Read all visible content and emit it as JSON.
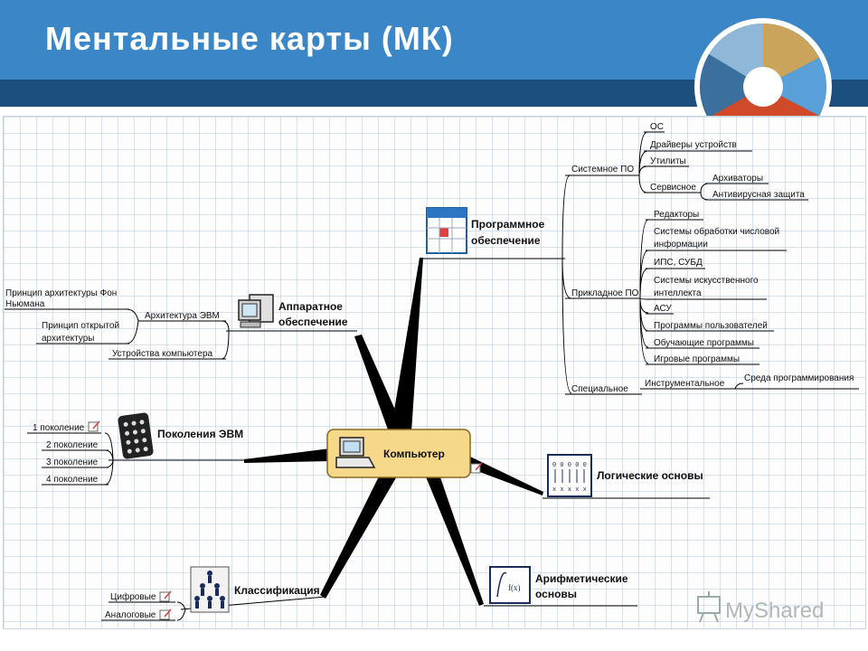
{
  "slide": {
    "title": "Ментальные карты (МК)"
  },
  "watermark": {
    "text": "MyShared"
  },
  "colors": {
    "header": "#3a86c6",
    "header_bar": "#1d4f7c",
    "center_node": "#f6d88a",
    "branch": "#000000"
  },
  "map": {
    "center": "Компьютер",
    "software": {
      "title_line1": "Программное",
      "title_line2": "обеспечение",
      "system": {
        "label": "Системное ПО",
        "items": [
          "ОС",
          "Драйверы устройств",
          "Утилиты"
        ],
        "service": {
          "label": "Сервисное",
          "items": [
            "Архиваторы",
            "Антивирусная защита"
          ]
        }
      },
      "applied": {
        "label": "Прикладное ПО",
        "items": [
          "Редакторы",
          "Системы обработки числовой",
          "информации",
          "ИПС, СУБД",
          "Системы искусственного",
          "интеллекта",
          "АСУ",
          "Программы пользователей",
          "Обучающие программы",
          "Игровые программы"
        ]
      },
      "special": {
        "label": "Специальное",
        "instrumental": "Инструментальное",
        "env": "Среда программирования"
      }
    },
    "hardware": {
      "title_line1": "Аппаратное",
      "title_line2": "обеспечение",
      "arch": {
        "label": "Архитектура ЭВМ",
        "items": [
          "Принцип архитектуры Фон",
          "Ньюмана",
          "Принцип открытой",
          "архитектуры"
        ]
      },
      "devices": "Устройства компьютера"
    },
    "generations": {
      "title": "Поколения ЭВМ",
      "items": [
        "1 поколение",
        "2 поколение",
        "3 поколение",
        "4 поколение"
      ]
    },
    "classification": {
      "title": "Классификация",
      "items": [
        "Цифровые",
        "Аналоговые"
      ]
    },
    "logic": {
      "title": "Логические основы",
      "icon_top": "0 0 0 0 0",
      "icon_bottom": "x x x x x"
    },
    "arith": {
      "title_line1": "Арифметические",
      "title_line2": "основы",
      "icon_text": "f(x)"
    }
  }
}
